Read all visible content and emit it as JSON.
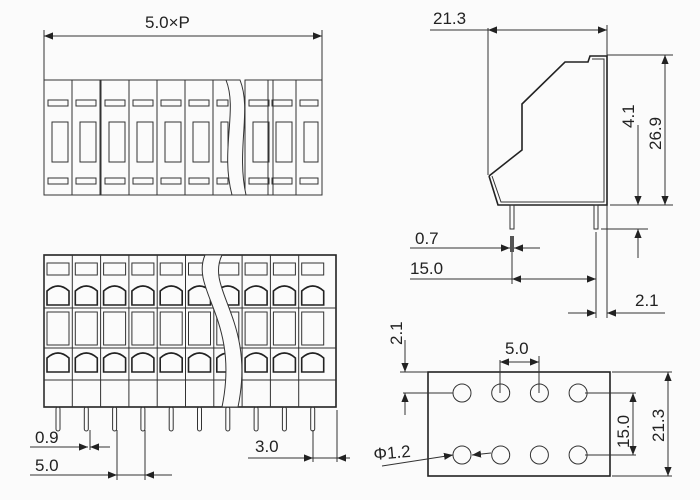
{
  "top_view": {
    "width_label": "5.0×P"
  },
  "front_view": {
    "pin_width_label": "0.9",
    "pitch_label": "5.0",
    "edge_label": "3.0",
    "columns": 10
  },
  "side_view": {
    "depth_label": "21.3",
    "height_label": "26.9",
    "pin_length_label": "4.1",
    "pin_thickness_label": "0.7",
    "row_spacing_label": "15.0",
    "offset_label": "2.1"
  },
  "footprint": {
    "offset_label": "2.1",
    "pitch_label": "5.0",
    "hole_label": "Φ1.2",
    "row_spacing_label": "15.0",
    "width_label": "21.3",
    "holes_per_row": 4
  }
}
